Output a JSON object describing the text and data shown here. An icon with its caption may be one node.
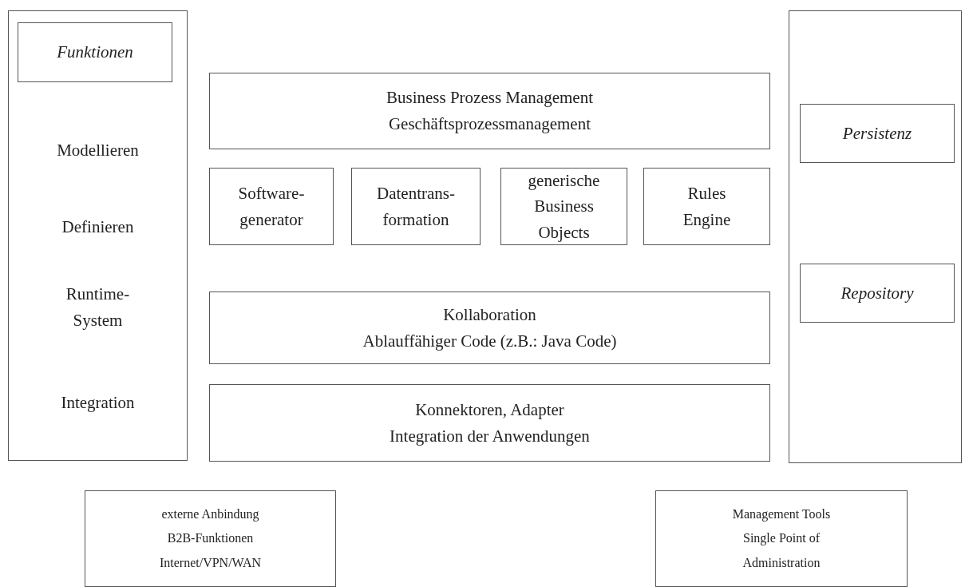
{
  "diagram": {
    "nodes": [
      {
        "text": [
          "Modellieren",
          "Definieren",
          "Runtime- System",
          "Integration"
        ]
      },
      {
        "text": [
          "Funktionen"
        ],
        "in": 0
      },
      {
        "text": [
          "Business Prozess Management",
          "Geschäftsprozessmanagement"
        ]
      },
      {
        "text": [
          "Software- generator"
        ]
      },
      {
        "text": [
          "Datentrans- formation"
        ]
      },
      {
        "text": [
          "generische Business Objects"
        ]
      },
      {
        "text": [
          "Rules Engine"
        ]
      },
      {
        "text": [
          "Kollaboration",
          "Ablauffähiger Code (z.B.: Java Code)"
        ]
      },
      {
        "text": [
          "Konnektoren, Adapter",
          "Integration der Anwendungen"
        ]
      },
      {
        "text": [],
        "shape": "box"
      },
      {
        "text": [
          "Persistenz"
        ],
        "in": 9
      },
      {
        "text": [
          "Repository"
        ],
        "in": 9
      },
      {
        "text": [
          "externe Anbindung",
          "B2B-Funktionen",
          "Internet/VPN/WAN"
        ]
      },
      {
        "text": [
          "Management Tools",
          "Single Point of Administration"
        ]
      }
    ],
    "edges": []
  }
}
